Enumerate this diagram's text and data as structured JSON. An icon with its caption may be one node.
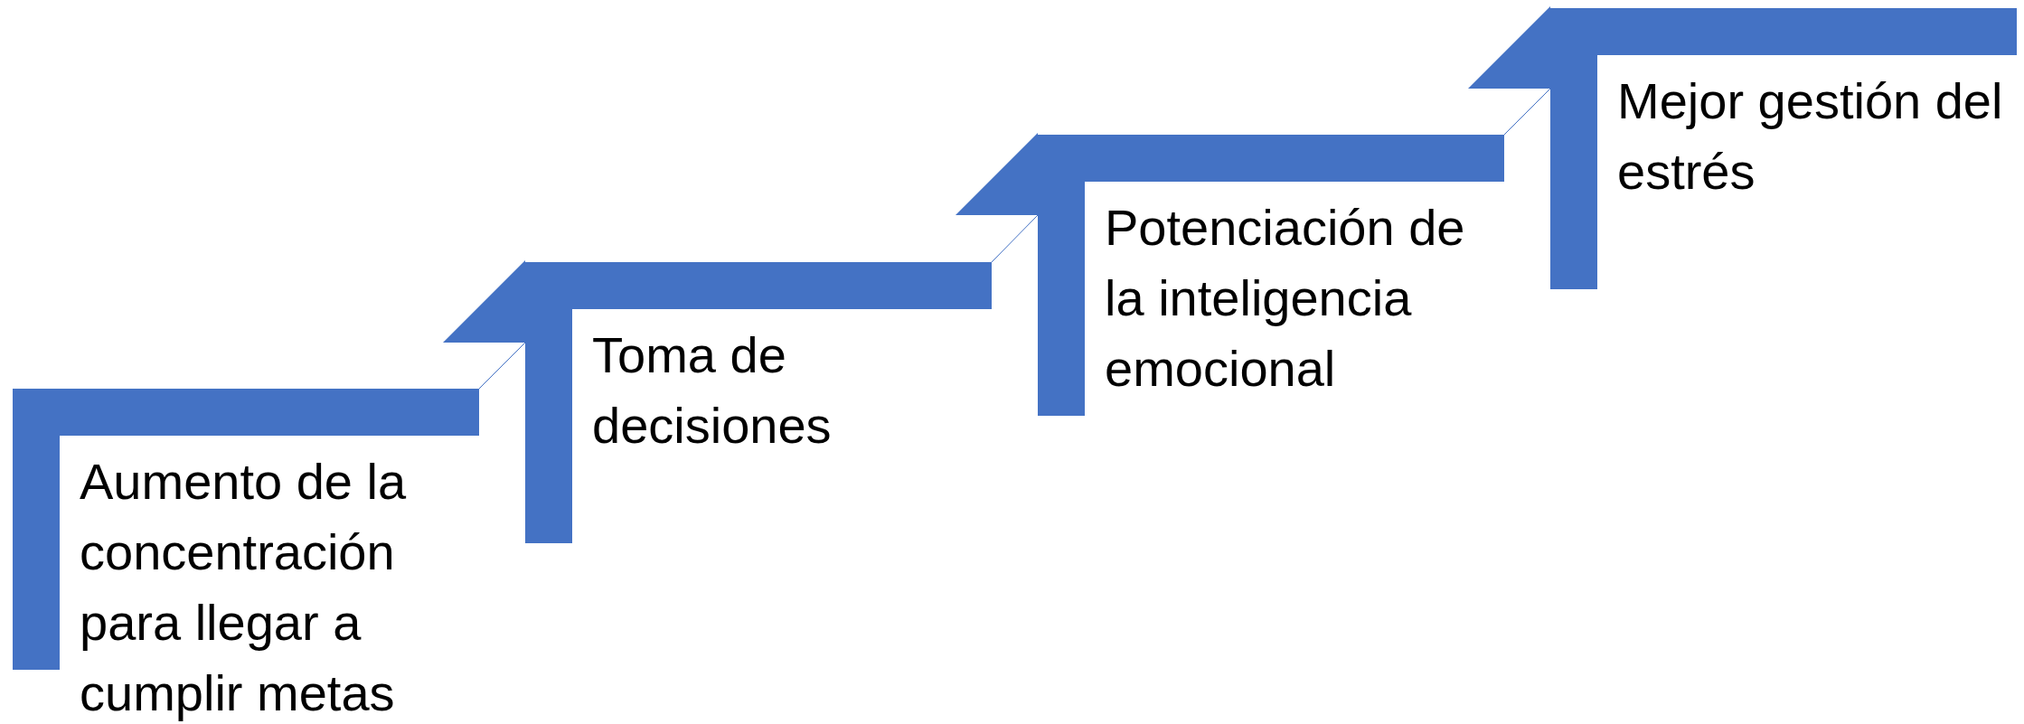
{
  "diagram": {
    "nodes": [
      {
        "text": [
          "Aumento de la concentración para llegar a cumplir metas"
        ]
      },
      {
        "text": [
          "Toma de decisiones"
        ]
      },
      {
        "text": [
          "Potenciación de la inteligencia emocional"
        ]
      },
      {
        "text": [
          "Mejor gestión del estrés"
        ]
      }
    ],
    "edges": [
      {
        "from": 0,
        "to": 1,
        "arrow": "to"
      },
      {
        "from": 1,
        "to": 2,
        "arrow": "to"
      },
      {
        "from": 2,
        "to": 3,
        "arrow": "to"
      }
    ]
  }
}
